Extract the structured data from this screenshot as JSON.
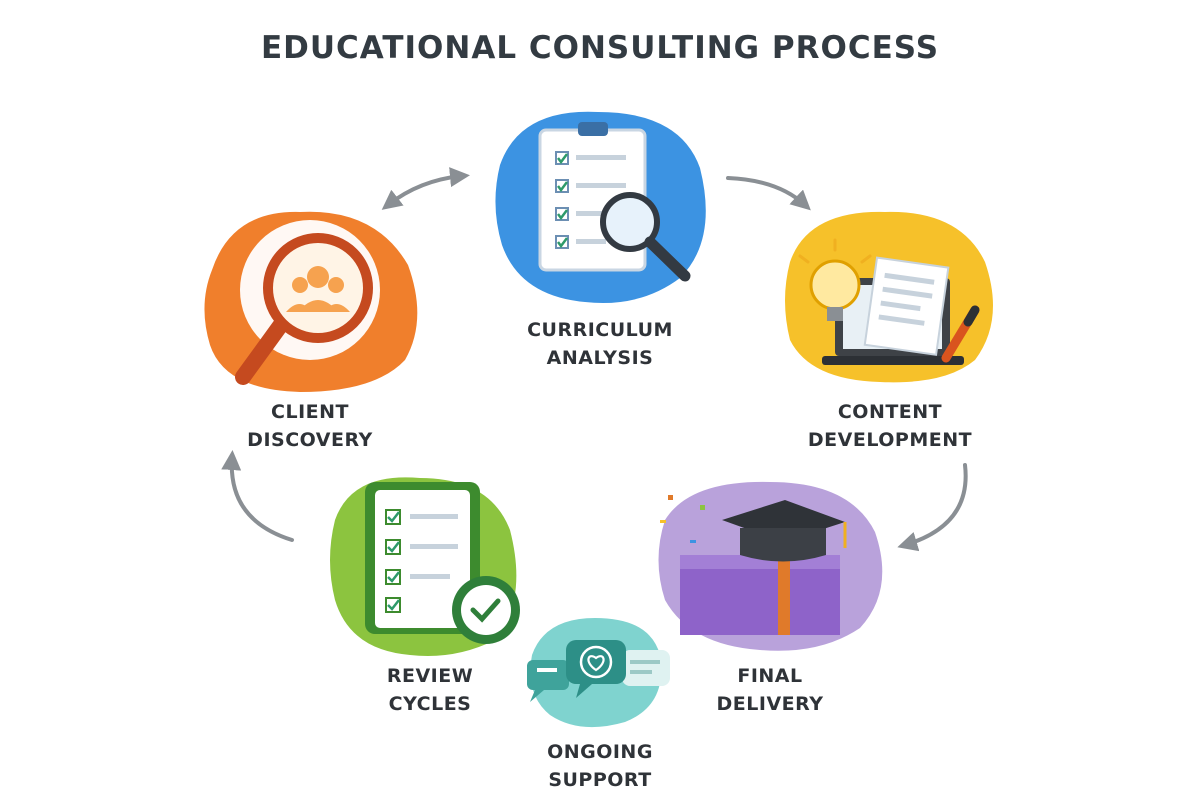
{
  "title": "EDUCATIONAL CONSULTING PROCESS",
  "steps": [
    {
      "id": "client-discovery",
      "line1": "CLIENT",
      "line2": "DISCOVERY",
      "color": "#f07f2c",
      "icon": "magnifier-people-icon"
    },
    {
      "id": "curriculum-analysis",
      "line1": "CURRICULUM",
      "line2": "ANALYSIS",
      "color": "#3c93e2",
      "icon": "clipboard-magnifier-icon"
    },
    {
      "id": "content-development",
      "line1": "CONTENT",
      "line2": "DEVELOPMENT",
      "color": "#f6c12a",
      "icon": "lightbulb-laptop-icon"
    },
    {
      "id": "final-delivery",
      "line1": "FINAL",
      "line2": "DELIVERY",
      "color": "#b9a2db",
      "icon": "gift-graduation-cap-icon"
    },
    {
      "id": "ongoing-support",
      "line1": "ONGOING",
      "line2": "SUPPORT",
      "color": "#7fd3cf",
      "icon": "chat-heart-icon"
    },
    {
      "id": "review-cycles",
      "line1": "REVIEW",
      "line2": "CYCLES",
      "color": "#8cc43f",
      "icon": "checklist-clock-icon"
    }
  ]
}
